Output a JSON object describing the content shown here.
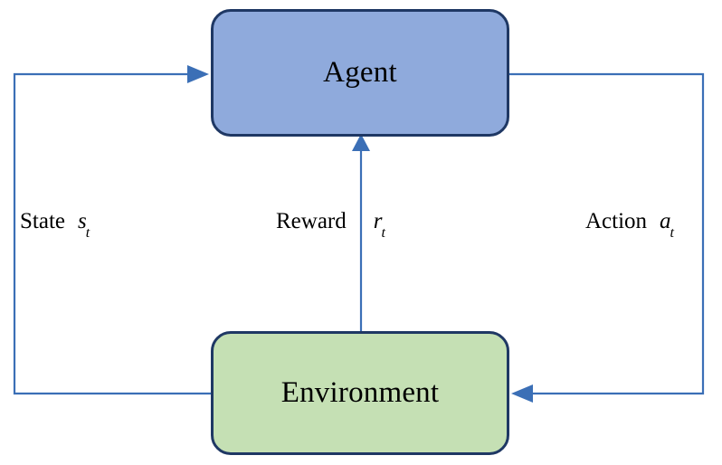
{
  "diagram": {
    "type": "reinforcement-learning-loop",
    "nodes": [
      {
        "id": "agent",
        "label": "Agent",
        "fill": "#8FAADC",
        "stroke": "#1F3864"
      },
      {
        "id": "environment",
        "label": "Environment",
        "fill": "#C5E0B4",
        "stroke": "#1F3864"
      }
    ],
    "edges": [
      {
        "id": "state",
        "name": "State",
        "symbol": "s",
        "subscript": "t",
        "from": "environment",
        "to": "agent",
        "color": "#3B6FB6",
        "routing": "left"
      },
      {
        "id": "reward",
        "name": "Reward",
        "symbol": "r",
        "subscript": "t",
        "from": "environment",
        "to": "agent",
        "color": "#3B6FB6",
        "routing": "center-vertical"
      },
      {
        "id": "action",
        "name": "Action",
        "symbol": "a",
        "subscript": "t",
        "from": "agent",
        "to": "environment",
        "color": "#3B6FB6",
        "routing": "right"
      }
    ]
  }
}
